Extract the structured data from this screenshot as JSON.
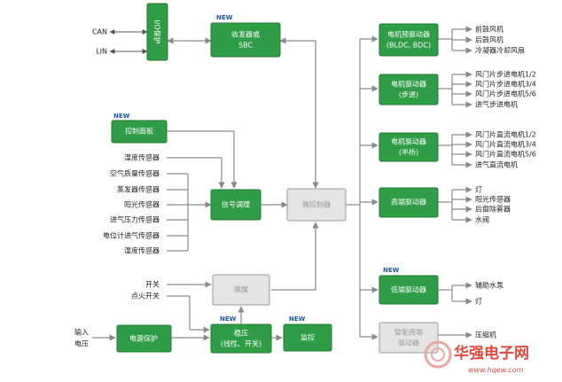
{
  "new_label": "NEW",
  "blocks": {
    "io": "I/O保护",
    "transceiver": [
      "收发器或",
      "SBC"
    ],
    "control_panel": "控制面板",
    "signal": "信号调理",
    "mcu": "微控制器",
    "wake": "唤醒",
    "power_protect": "电源保护",
    "regulator": [
      "稳压",
      "(线性、开关)"
    ],
    "monitor": "监控",
    "bldc": [
      "电机预驱动器",
      "(BLDC, BDC)"
    ],
    "stepper": [
      "电机驱动器",
      "(步进)"
    ],
    "halfbridge": [
      "电机驱动器",
      "(半桥)"
    ],
    "highside": "高端驱动器",
    "lowside": "低端驱动器",
    "smart_high": [
      "智能高端",
      "驱动器"
    ]
  },
  "left_io": [
    "CAN",
    "LIN"
  ],
  "sensors": [
    "湿度传感器",
    "空气质量传感器",
    "蒸发器传感器",
    "阳光传感器",
    "进气压力传感器",
    "电位计进气传感器",
    "湿度传感器"
  ],
  "switches": [
    "开关",
    "点火开关"
  ],
  "input_voltage": [
    "输入",
    "电压"
  ],
  "outputs": {
    "bldc": [
      "前鼓风机",
      "后鼓风机",
      "冷凝器冷却风扇"
    ],
    "stepper": [
      "风门片步进电机1/2",
      "风门片步进电机3/4",
      "风门片步进电机5/6",
      "进气步进电机"
    ],
    "halfbridge": [
      "风门片直流电机1/2",
      "风门片直流电机3/4",
      "风门片直流电机5/6",
      "进气直流电机"
    ],
    "highside": [
      "灯",
      "阳光传感器",
      "后窗除雾器",
      "水阀"
    ],
    "lowside": [
      "辅助水泵",
      "灯"
    ],
    "smart_high": [
      "压缩机"
    ]
  },
  "watermark": {
    "cn": "华强电子网",
    "url": "www.hqew.com"
  },
  "colors": {
    "block_green": "#2f9c46",
    "block_gray": "#e4e4e4",
    "new_blue": "#1a57a8"
  }
}
